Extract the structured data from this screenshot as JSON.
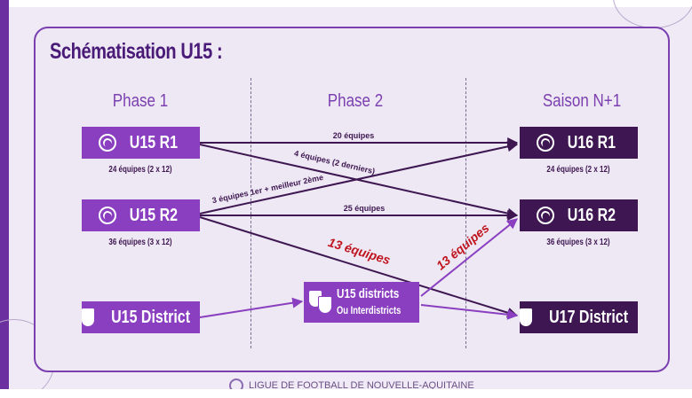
{
  "title": "Schématisation U15 :",
  "columns": {
    "phase1": "Phase 1",
    "phase2": "Phase 2",
    "season": "Saison N+1"
  },
  "nodes": {
    "u15r1": {
      "label": "U15 R1",
      "sub": "24 équipes (2 x 12)",
      "icon": "football-icon"
    },
    "u15r2": {
      "label": "U15 R2",
      "sub": "36 équipes (3 x 12)",
      "icon": "football-icon"
    },
    "u15district": {
      "label": "U15 District",
      "icon": "shield-icon"
    },
    "u15districts": {
      "line1": "U15 districts",
      "line2": "Ou Interdistricts",
      "icon": "double-shield-icon"
    },
    "u16r1": {
      "label": "U16 R1",
      "sub": "24 équipes (2 x 12)",
      "icon": "football-icon"
    },
    "u16r2": {
      "label": "U16 R2",
      "sub": "36 équipes (3 x 12)",
      "icon": "football-icon"
    },
    "u17district": {
      "label": "U17 District",
      "icon": "shield-icon"
    }
  },
  "flows": {
    "r1_to_u16r1": "20 équipes",
    "r1_to_u16r2": "4 équipes (2 derniers)",
    "r2_to_u16r1": "3 équipes 1er + meilleur 2ème",
    "r2_to_u16r2": "25 équipes",
    "r2_to_u17": "13 équipes",
    "districts_to_u16r2": "13 équipes"
  },
  "footer": "LIGUE DE FOOTBALL DE NOUVELLE-AQUITAINE",
  "colors": {
    "purple": "#8a3fc0",
    "dark": "#3e1651",
    "accent_red": "#c0141e",
    "title": "#4a1a78"
  }
}
